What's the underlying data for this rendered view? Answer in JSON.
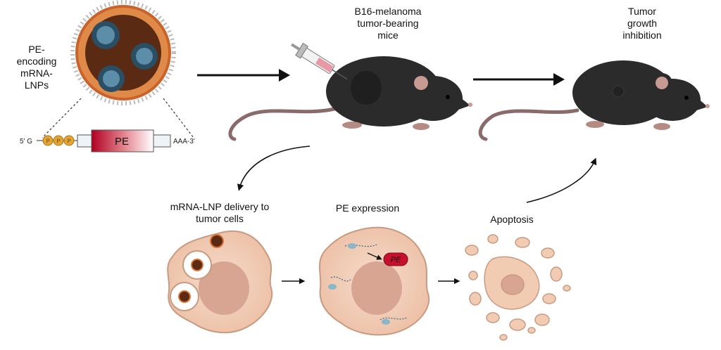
{
  "labels": {
    "lnp": "PE-\nencoding\nmRNA-\nLNPs",
    "mice": "B16-melanoma\ntumor-bearing\nmice",
    "inhibition": "Tumor\ngrowth\ninhibition",
    "delivery": "mRNA-LNP delivery to\ntumor cells",
    "expression": "PE expression",
    "apoptosis": "Apoptosis"
  },
  "construct": {
    "five_prime": "5' G",
    "cap": [
      "P",
      "P",
      "P"
    ],
    "gene": "PE",
    "three_prime": "AAA-3'"
  },
  "protein_tag": "PE",
  "colors": {
    "mouse_body": "#2b2b2b",
    "mouse_ear": "#c79a92",
    "tail": "#8a6a6a",
    "lnp_shell": "#d9753a",
    "lnp_core": "#5a2a12",
    "mrna_core": "#3e6e8a",
    "cell": "#f1ccb3",
    "nucleus": "#d9a593",
    "pe_red": "#c8102e",
    "cap_orange": "#e5a532"
  }
}
